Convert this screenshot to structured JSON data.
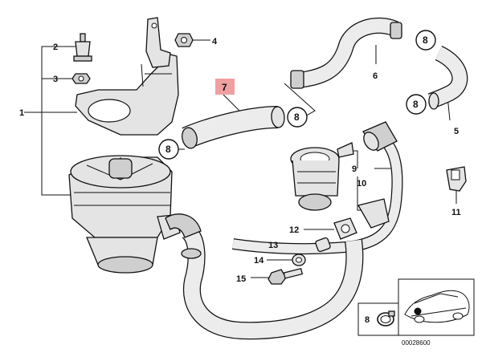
{
  "callouts": {
    "n1": "1",
    "n2": "2",
    "n3": "3",
    "n4": "4",
    "n5": "5",
    "n6": "6",
    "n7": "7",
    "n8": "8",
    "n9": "9",
    "n10": "10",
    "n11": "11",
    "n12": "12",
    "n13": "13",
    "n14": "14",
    "n15": "15"
  },
  "highlight_color": "#f0a0a0",
  "inset_ref": "00028600"
}
